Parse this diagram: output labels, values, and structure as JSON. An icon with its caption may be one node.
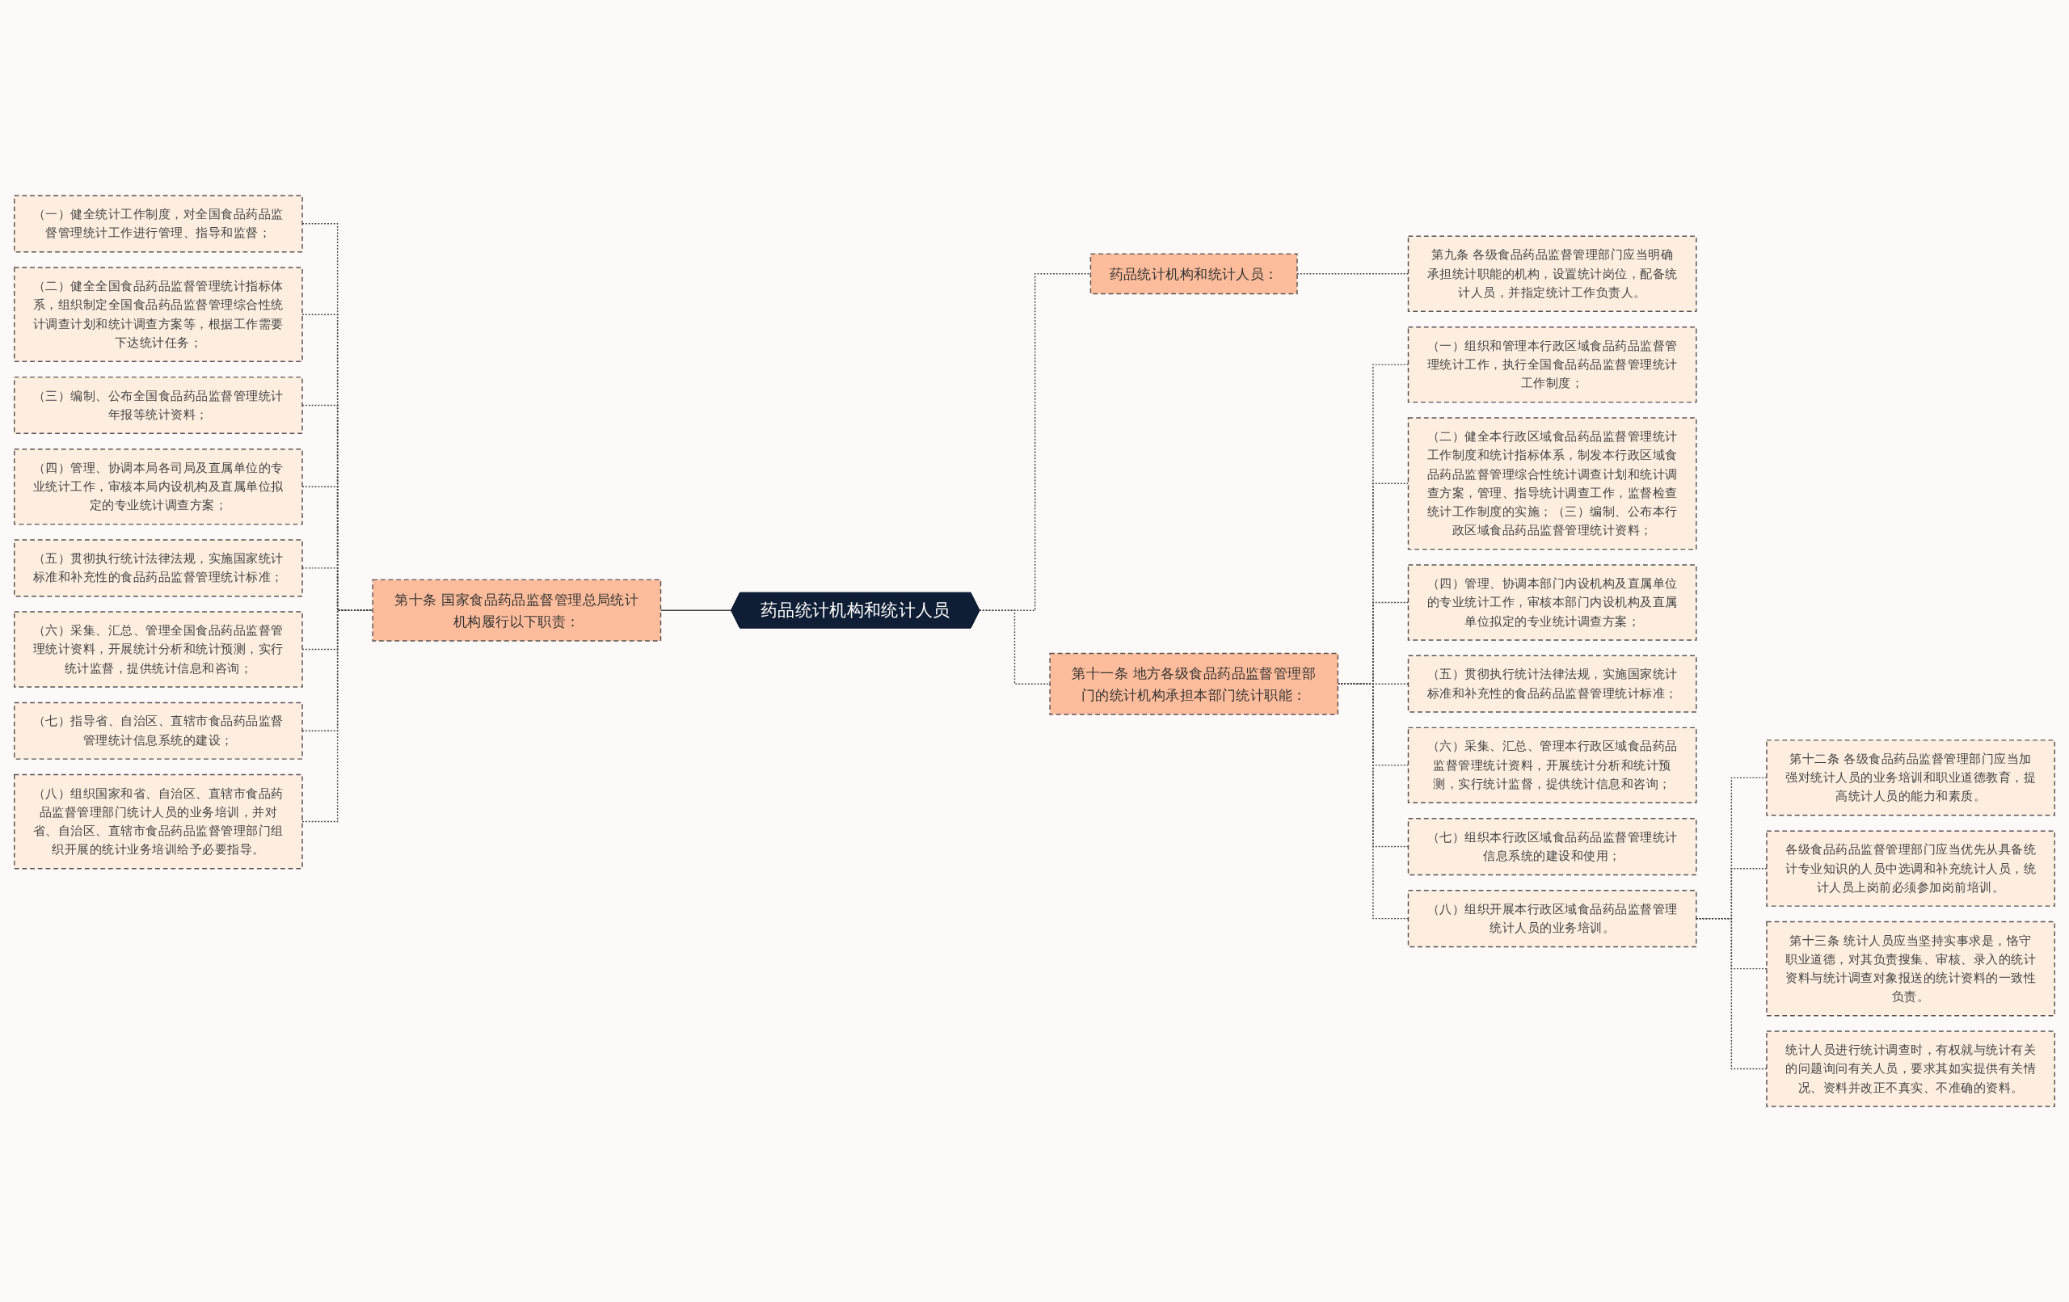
{
  "diagram": {
    "nodes": [
      {
        "text": [
          "药品统计机构和统计人员"
        ]
      },
      {
        "text": [
          "第十条 国家食品药品监督管理总局统计机构履行以下职责："
        ]
      },
      {
        "text": [
          "（一）健全统计工作制度，对全国食品药品监督管理统计工作进行管理、指导和监督；"
        ]
      },
      {
        "text": [
          "（二）健全全国食品药品监督管理统计指标体系，组织制定全国食品药品监督管理综合性统计调查计划和统计调查方案等，根据工作需要下达统计任务；"
        ]
      },
      {
        "text": [
          "（三）编制、公布全国食品药品监督管理统计年报等统计资料；"
        ]
      },
      {
        "text": [
          "（四）管理、协调本局各司局及直属单位的专业统计工作，审核本局内设机构及直属单位拟定的专业统计调查方案；"
        ]
      },
      {
        "text": [
          "（五）贯彻执行统计法律法规，实施国家统计标准和补充性的食品药品监督管理统计标准；"
        ]
      },
      {
        "text": [
          "（六）采集、汇总、管理全国食品药品监督管理统计资料，开展统计分析和统计预测，实行统计监督，提供统计信息和咨询；"
        ]
      },
      {
        "text": [
          "（七）指导省、自治区、直辖市食品药品监督管理统计信息系统的建设；"
        ]
      },
      {
        "text": [
          "（八）组织国家和省、自治区、直辖市食品药品监督管理部门统计人员的业务培训，并对省、自治区、直辖市食品药品监督管理部门组织开展的统计业务培训给予必要指导。"
        ]
      },
      {
        "text": [
          "药品统计机构和统计人员："
        ]
      },
      {
        "text": [
          "第九条 各级食品药品监督管理部门应当明确承担统计职能的机构，设置统计岗位，配备统计人员，并指定统计工作负责人。"
        ]
      },
      {
        "text": [
          "第十一条 地方各级食品药品监督管理部门的统计机构承担本部门统计职能："
        ]
      },
      {
        "text": [
          "（一）组织和管理本行政区域食品药品监督管理统计工作，执行全国食品药品监督管理统计工作制度；"
        ]
      },
      {
        "text": [
          "（二）健全本行政区域食品药品监督管理统计工作制度和统计指标体系，制发本行政区域食品药品监督管理综合性统计调查计划和统计调查方案，管理、指导统计调查工作，监督检查统计工作制度的实施；（三）编制、公布本行政区域食品药品监督管理统计资料；"
        ]
      },
      {
        "text": [
          "（四）管理、协调本部门内设机构及直属单位的专业统计工作，审核本部门内设机构及直属单位拟定的专业统计调查方案；"
        ]
      },
      {
        "text": [
          "（五）贯彻执行统计法律法规，实施国家统计标准和补充性的食品药品监督管理统计标准；"
        ]
      },
      {
        "text": [
          "（六）采集、汇总、管理本行政区域食品药品监督管理统计资料，开展统计分析和统计预测，实行统计监督，提供统计信息和咨询；"
        ]
      },
      {
        "text": [
          "（七）组织本行政区域食品药品监督管理统计信息系统的建设和使用；"
        ]
      },
      {
        "text": [
          "（八）组织开展本行政区域食品药品监督管理统计人员的业务培训。"
        ]
      },
      {
        "text": [
          "第十二条 各级食品药品监督管理部门应当加强对统计人员的业务培训和职业道德教育，提高统计人员的能力和素质。"
        ]
      },
      {
        "text": [
          "各级食品药品监督管理部门应当优先从具备统计专业知识的人员中选调和补充统计人员，统计人员上岗前必须参加岗前培训。"
        ]
      },
      {
        "text": [
          "第十三条 统计人员应当坚持实事求是，恪守职业道德，对其负责搜集、审核、录入的统计资料与统计调查对象报送的统计资料的一致性负责。"
        ]
      },
      {
        "text": [
          "统计人员进行统计调查时，有权就与统计有关的问题询问有关人员，要求其如实提供有关情况、资料并改正不真实、不准确的资料。"
        ]
      }
    ],
    "edges": [
      {
        "from": 2,
        "to": 1,
        "arrow": "none",
        "style": "dashed"
      },
      {
        "from": 3,
        "to": 1,
        "arrow": "none",
        "style": "dashed"
      },
      {
        "from": 4,
        "to": 1,
        "arrow": "none",
        "style": "dashed"
      },
      {
        "from": 5,
        "to": 1,
        "arrow": "none",
        "style": "dashed"
      },
      {
        "from": 6,
        "to": 1,
        "arrow": "none",
        "style": "dashed"
      },
      {
        "from": 7,
        "to": 1,
        "arrow": "none",
        "style": "dashed"
      },
      {
        "from": 8,
        "to": 1,
        "arrow": "none",
        "style": "dashed"
      },
      {
        "from": 9,
        "to": 1,
        "arrow": "none",
        "style": "dashed"
      },
      {
        "from": 1,
        "to": 0,
        "arrow": "none"
      },
      {
        "from": 0,
        "to": 10,
        "arrow": "none",
        "style": "dashed"
      },
      {
        "from": 10,
        "to": 11,
        "arrow": "none",
        "style": "dashed"
      },
      {
        "from": 0,
        "to": 12,
        "arrow": "none",
        "style": "dashed"
      },
      {
        "from": 12,
        "to": 13,
        "arrow": "none",
        "style": "dashed"
      },
      {
        "from": 12,
        "to": 14,
        "arrow": "none",
        "style": "dashed"
      },
      {
        "from": 12,
        "to": 15,
        "arrow": "none",
        "style": "dashed"
      },
      {
        "from": 12,
        "to": 16,
        "arrow": "none",
        "style": "dashed"
      },
      {
        "from": 12,
        "to": 17,
        "arrow": "none",
        "style": "dashed"
      },
      {
        "from": 12,
        "to": 18,
        "arrow": "none",
        "style": "dashed"
      },
      {
        "from": 12,
        "to": 19,
        "arrow": "none",
        "style": "dashed"
      },
      {
        "from": 19,
        "to": 20,
        "arrow": "none",
        "style": "dashed"
      },
      {
        "from": 19,
        "to": 21,
        "arrow": "none",
        "style": "dashed"
      },
      {
        "from": 19,
        "to": 22,
        "arrow": "none",
        "style": "dashed"
      },
      {
        "from": 19,
        "to": 23,
        "arrow": "none",
        "style": "dashed"
      }
    ]
  }
}
